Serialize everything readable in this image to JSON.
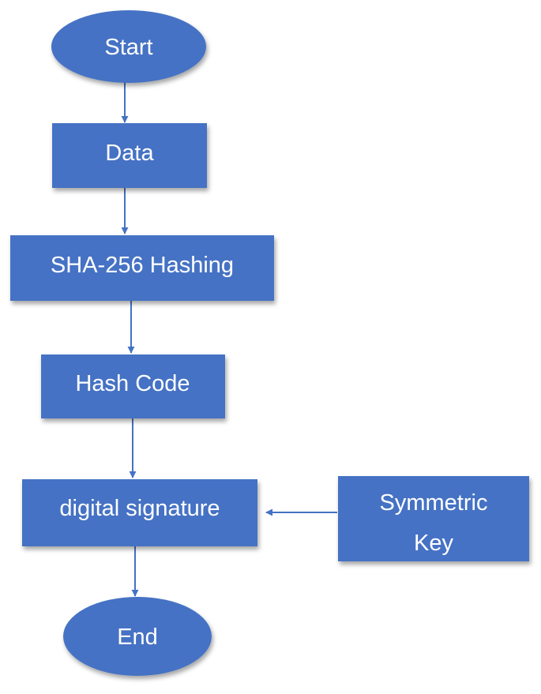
{
  "colors": {
    "node_fill": "#4472c4",
    "node_fill_dark": "#3e68b5",
    "arrow": "#4472c4",
    "label": "#ffffff",
    "background": "#ffffff"
  },
  "nodes": {
    "start": {
      "shape": "ellipse",
      "label": "Start"
    },
    "data": {
      "shape": "rectangle",
      "label": "Data"
    },
    "sha256": {
      "shape": "rectangle",
      "label": "SHA-256 Hashing"
    },
    "hash_code": {
      "shape": "rectangle",
      "label": "Hash Code"
    },
    "digital_signature": {
      "shape": "rectangle",
      "label": "digital signature"
    },
    "symmetric_key": {
      "shape": "rectangle",
      "label_lines": [
        "Symmetric",
        "Key"
      ]
    },
    "end": {
      "shape": "ellipse",
      "label": "End"
    }
  },
  "edges": [
    {
      "from": "start",
      "to": "data"
    },
    {
      "from": "data",
      "to": "sha256"
    },
    {
      "from": "sha256",
      "to": "hash_code"
    },
    {
      "from": "hash_code",
      "to": "digital_signature"
    },
    {
      "from": "symmetric_key",
      "to": "digital_signature"
    },
    {
      "from": "digital_signature",
      "to": "end"
    }
  ]
}
